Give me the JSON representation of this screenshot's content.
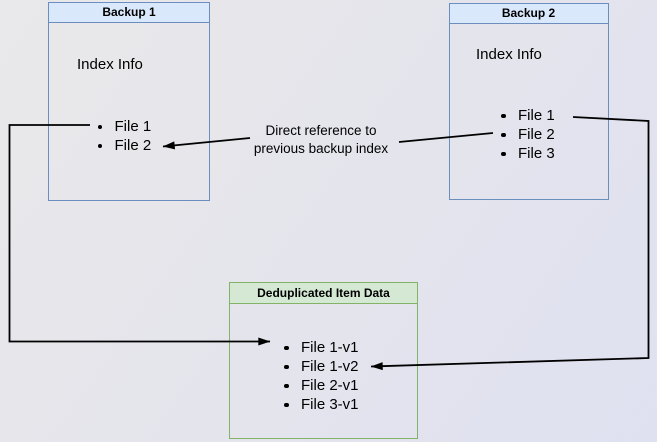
{
  "diagram": {
    "backup1": {
      "title": "Backup 1",
      "label": "Index Info",
      "files": [
        "File 1",
        "File 2"
      ]
    },
    "backup2": {
      "title": "Backup 2",
      "label": "Index Info",
      "files": [
        "File 1",
        "File 2",
        "File 3"
      ]
    },
    "dedup": {
      "title": "Deduplicated Item Data",
      "files": [
        "File 1-v1",
        "File 1-v2",
        "File 2-v1",
        "File 3-v1"
      ]
    },
    "annotation": {
      "line1": "Direct reference to",
      "line2": "previous backup index"
    }
  },
  "colors": {
    "background_start": "#e9e8ea",
    "background_end": "#dfe1f1",
    "blue_fill": "#dae8fc",
    "blue_stroke": "#6c8ebf",
    "green_fill": "#d5e8d4",
    "green_stroke": "#82b366",
    "arrow": "#000000",
    "text": "#000000"
  }
}
